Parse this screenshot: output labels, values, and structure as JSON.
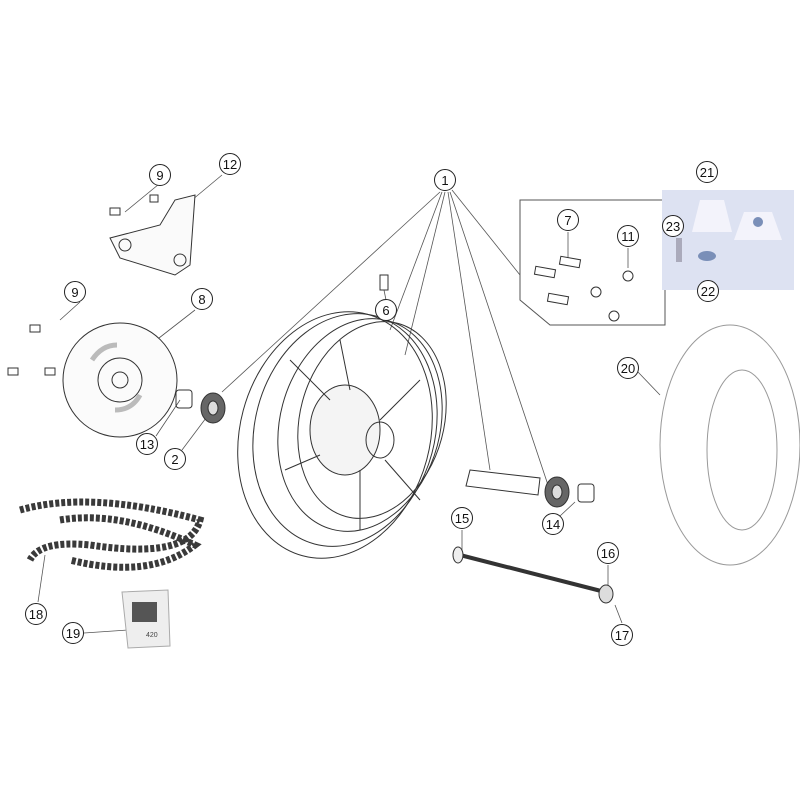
{
  "title": "Rear wheel exploded parts diagram",
  "callouts": {
    "c1": "1",
    "c2": "2",
    "c6": "6",
    "c7": "7",
    "c8": "8",
    "c9a": "9",
    "c9b": "9",
    "c11": "11",
    "c12": "12",
    "c13": "13",
    "c14": "14",
    "c15": "15",
    "c16": "16",
    "c17": "17",
    "c18": "18",
    "c19": "19",
    "c20": "20",
    "c21": "21",
    "c22": "22",
    "c23": "23"
  },
  "chain_bag_label": "420",
  "colors": {
    "line": "#222222",
    "photo_bg": "#dde2f2",
    "chain": "#3a3a3a"
  }
}
